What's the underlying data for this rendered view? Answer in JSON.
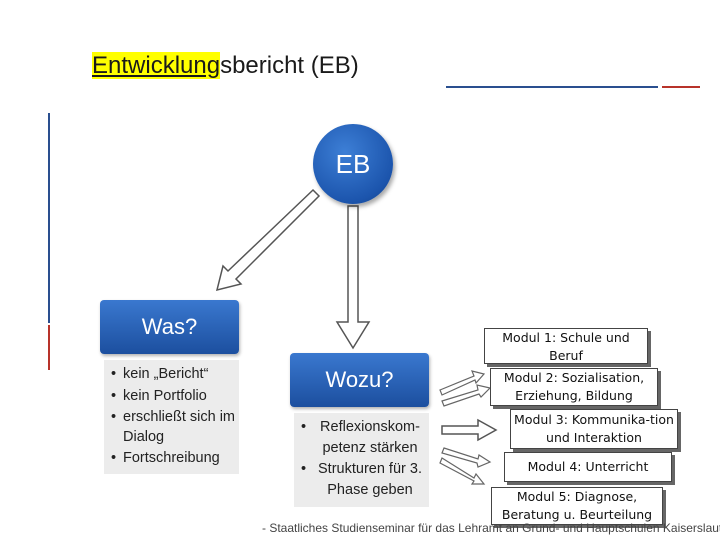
{
  "title": {
    "highlight": "Entwicklung",
    "rest": "sbericht (EB)"
  },
  "center": {
    "label": "EB"
  },
  "left": {
    "header": "Was?",
    "items": [
      "kein „Bericht“",
      "kein Portfolio",
      "erschließt sich im Dialog",
      "Fortschreibung"
    ]
  },
  "middle": {
    "header": "Wozu?",
    "items": [
      "Reflexionskom-petenz stärken",
      "Strukturen für 3. Phase geben"
    ]
  },
  "modules": [
    {
      "label": "Modul 1:  Schule und Beruf"
    },
    {
      "label": "Modul 2:  Sozialisation, Erziehung, Bildung"
    },
    {
      "label": "Modul 3: Kommunika-tion und Interaktion"
    },
    {
      "label": "Modul 4:  Unterricht"
    },
    {
      "label": "Modul 5:  Diagnose, Beratung u. Beurteilung"
    }
  ],
  "footer": {
    "text": "- Staatliches Studienseminar für das Lehramt an Grund- und Hauptschulen Kaiserslautern -"
  },
  "colors": {
    "accent_blue": "#1c55ad",
    "highlight": "#ffff00",
    "line_red": "#c0392b"
  }
}
